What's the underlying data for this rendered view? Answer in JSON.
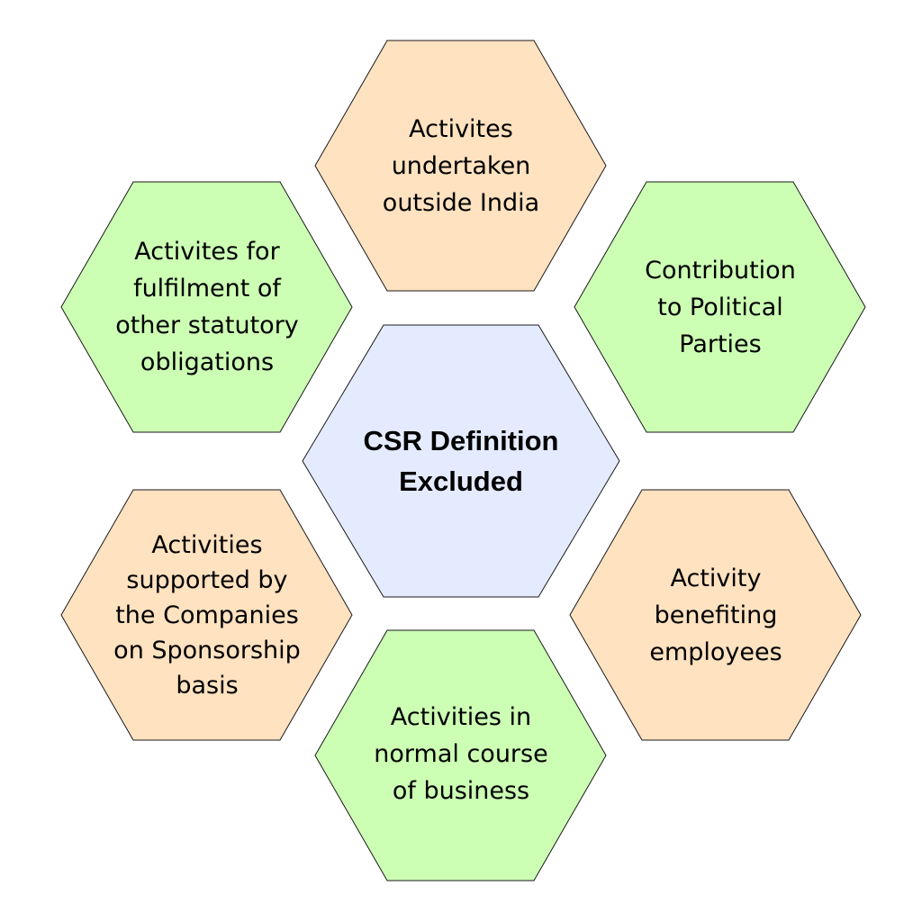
{
  "colors": {
    "peach": "#ffe2c0",
    "green": "#ccffb4",
    "lavender": "#e5ebff",
    "outline": "#1a1a1a"
  },
  "center": {
    "label": "CSR Definition\nExcluded",
    "color": "lavender"
  },
  "items": [
    {
      "label": "Activites\nundertaken\noutside India",
      "color": "peach"
    },
    {
      "label": "Activites for\nfulfilment of\nother statutory\nobligations",
      "color": "green"
    },
    {
      "label": "Contribution\nto Political\nParties",
      "color": "green"
    },
    {
      "label": "Activities\nsupported by\nthe Companies\non Sponsorship\nbasis",
      "color": "peach"
    },
    {
      "label": "Activity\nbenefiting\nemployees",
      "color": "peach"
    },
    {
      "label": "Activities in\nnormal course\nof business",
      "color": "green"
    }
  ]
}
